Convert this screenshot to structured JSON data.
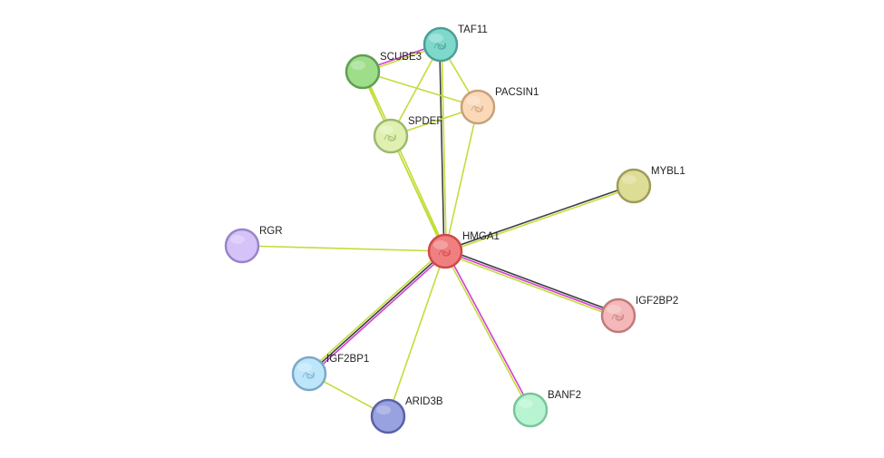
{
  "network": {
    "colors": {
      "textmining": "#c4dc3a",
      "coexpression": "#404040",
      "experiments": "#d23dd2",
      "database": "#5ab4e0"
    },
    "nodes": [
      {
        "id": "HMGA1",
        "label": "HMGA1",
        "fill": "#f08080",
        "stroke": "#d04848",
        "icon": "protein-structure-icon"
      },
      {
        "id": "TAF11",
        "label": "TAF11",
        "fill": "#7fd8cc",
        "stroke": "#4a9e96",
        "icon": "protein-structure-icon"
      },
      {
        "id": "SCUBE3",
        "label": "SCUBE3",
        "fill": "#9ede8a",
        "stroke": "#5e9e50",
        "icon": ""
      },
      {
        "id": "PACSIN1",
        "label": "PACSIN1",
        "fill": "#fbd9b8",
        "stroke": "#c8a07a",
        "icon": "protein-structure-icon"
      },
      {
        "id": "SPDEF",
        "label": "SPDEF",
        "fill": "#dff0b0",
        "stroke": "#9eb870",
        "icon": "protein-structure-icon"
      },
      {
        "id": "MYBL1",
        "label": "MYBL1",
        "fill": "#dedd96",
        "stroke": "#9e9c5a",
        "icon": ""
      },
      {
        "id": "RGR",
        "label": "RGR",
        "fill": "#d4c2f8",
        "stroke": "#9a84c8",
        "icon": ""
      },
      {
        "id": "IGF2BP2",
        "label": "IGF2BP2",
        "fill": "#f4b8b8",
        "stroke": "#c07a7a",
        "icon": "protein-structure-icon"
      },
      {
        "id": "IGF2BP1",
        "label": "IGF2BP1",
        "fill": "#bde6fb",
        "stroke": "#7ca8c8",
        "icon": "protein-structure-icon"
      },
      {
        "id": "ARID3B",
        "label": "ARID3B",
        "fill": "#98a2e0",
        "stroke": "#5a62a4",
        "icon": ""
      },
      {
        "id": "BANF2",
        "label": "BANF2",
        "fill": "#b8f4d2",
        "stroke": "#78c69a",
        "icon": ""
      }
    ],
    "edges": [
      {
        "source": "HMGA1",
        "target": "TAF11",
        "types": [
          "coexpression",
          "textmining"
        ]
      },
      {
        "source": "HMGA1",
        "target": "SCUBE3",
        "types": [
          "textmining",
          "textmining"
        ]
      },
      {
        "source": "HMGA1",
        "target": "SPDEF",
        "types": [
          "textmining"
        ]
      },
      {
        "source": "HMGA1",
        "target": "PACSIN1",
        "types": [
          "textmining"
        ]
      },
      {
        "source": "HMGA1",
        "target": "MYBL1",
        "types": [
          "coexpression",
          "textmining"
        ]
      },
      {
        "source": "HMGA1",
        "target": "RGR",
        "types": [
          "textmining"
        ]
      },
      {
        "source": "HMGA1",
        "target": "IGF2BP2",
        "types": [
          "coexpression",
          "experiments",
          "textmining"
        ]
      },
      {
        "source": "HMGA1",
        "target": "IGF2BP1",
        "types": [
          "experiments",
          "coexpression",
          "textmining"
        ]
      },
      {
        "source": "HMGA1",
        "target": "ARID3B",
        "types": [
          "textmining"
        ]
      },
      {
        "source": "HMGA1",
        "target": "BANF2",
        "types": [
          "experiments",
          "textmining"
        ]
      },
      {
        "source": "SCUBE3",
        "target": "TAF11",
        "types": [
          "experiments",
          "textmining"
        ]
      },
      {
        "source": "SCUBE3",
        "target": "PACSIN1",
        "types": [
          "textmining"
        ]
      },
      {
        "source": "SCUBE3",
        "target": "SPDEF",
        "types": [
          "textmining"
        ]
      },
      {
        "source": "TAF11",
        "target": "PACSIN1",
        "types": [
          "textmining"
        ]
      },
      {
        "source": "TAF11",
        "target": "SPDEF",
        "types": [
          "textmining"
        ]
      },
      {
        "source": "SPDEF",
        "target": "PACSIN1",
        "types": [
          "textmining"
        ]
      },
      {
        "source": "IGF2BP1",
        "target": "ARID3B",
        "types": [
          "textmining"
        ]
      }
    ]
  }
}
